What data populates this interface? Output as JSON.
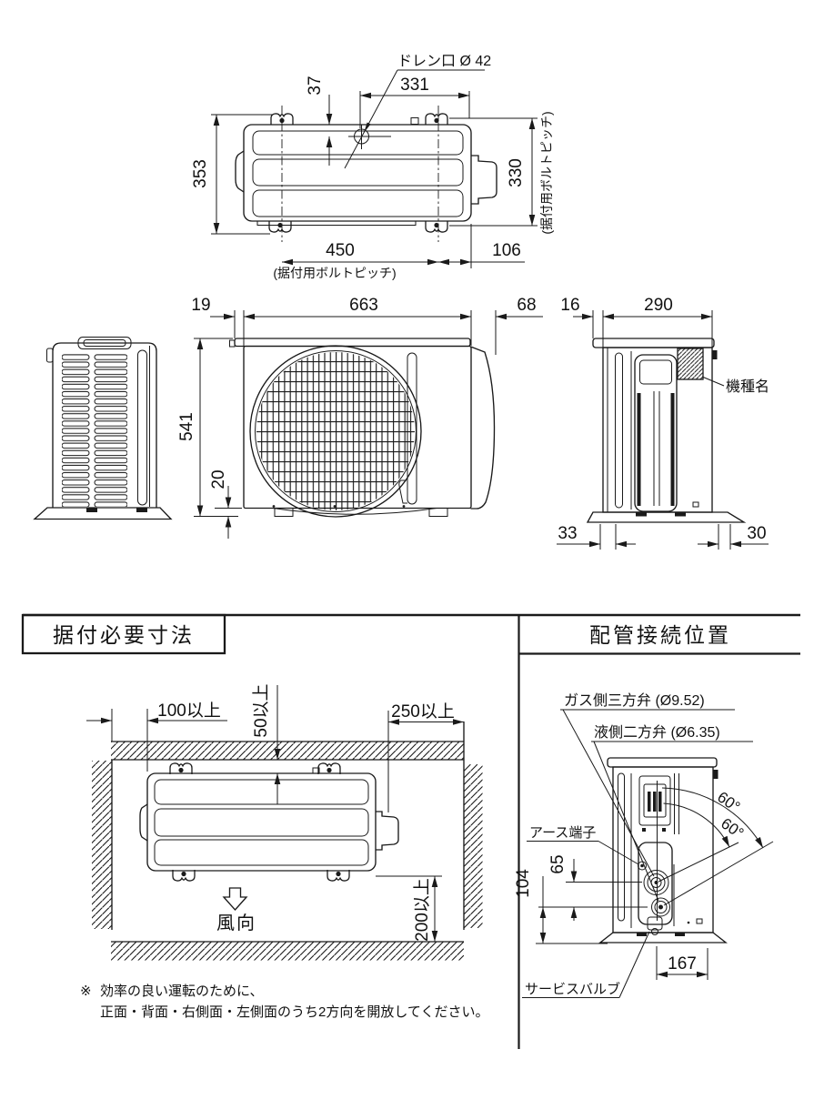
{
  "drawing": {
    "top_view": {
      "drain_label": "ドレン口 Ø 42",
      "dim_depth": "353",
      "dim_drain_offset": "37",
      "dim_drain_x": "331",
      "dim_bolt_pitch_depth": "330",
      "bolt_pitch_note_right": "(据付用ボルトピッチ)",
      "dim_bolt_pitch_width": "450",
      "bolt_pitch_note_bottom": "(据付用ボルトピッチ)",
      "dim_right_offset": "106"
    },
    "front_view": {
      "dim_left_overhang": "19",
      "dim_width": "663",
      "dim_right_overhang": "68",
      "dim_height": "541",
      "dim_foot_height": "20"
    },
    "side_view": {
      "dim_roof_overhang": "16",
      "dim_depth": "290",
      "dim_foot_left": "33",
      "dim_foot_right": "30",
      "model_label": "機種名"
    },
    "install_section": {
      "title": "据付必要寸法",
      "clearance_left": "100以上",
      "clearance_top": "50以上",
      "clearance_right": "250以上",
      "clearance_front": "200以上",
      "wind_label": "風向",
      "note_mark": "※",
      "note_line1": "効率の良い運転のために、",
      "note_line2": "正面・背面・右側面・左側面のうち2方向を開放してください。"
    },
    "piping_section": {
      "title": "配管接続位置",
      "gas_valve_label": "ガス側三方弁 (Ø9.52)",
      "liquid_valve_label": "液側二方弁 (Ø6.35)",
      "earth_label": "アース端子",
      "service_valve_label": "サービスバルブ",
      "dim_gas_height": "65",
      "dim_liquid_height": "104",
      "dim_valve_x": "167",
      "angle_upper": "60°",
      "angle_lower": "60°"
    }
  }
}
